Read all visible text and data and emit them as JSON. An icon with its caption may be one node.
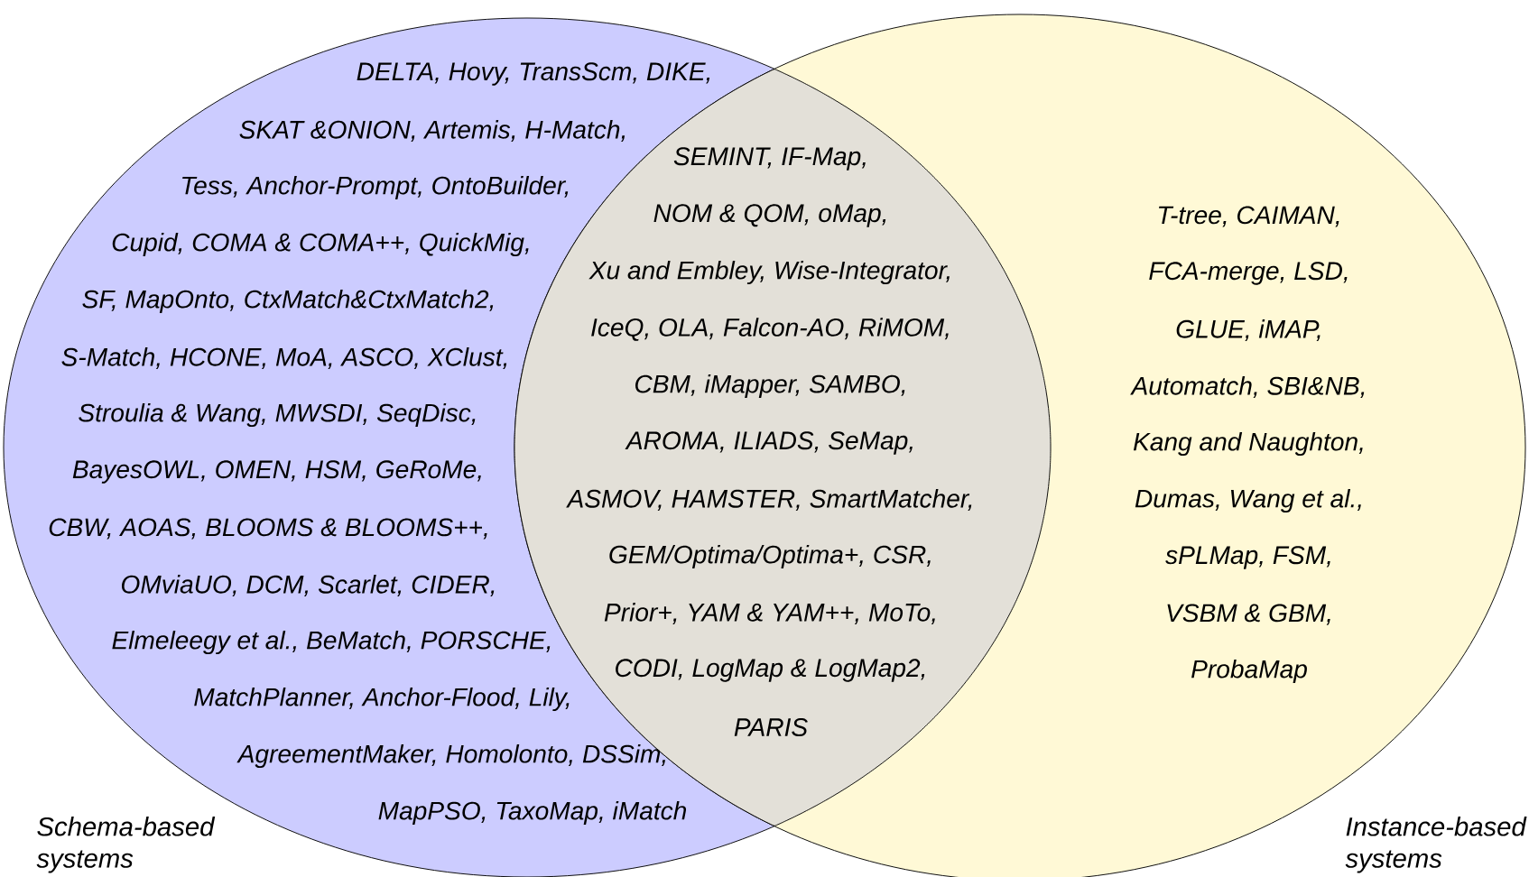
{
  "diagram": {
    "nodes": [
      {
        "text": [
          "Schema-based systems",
          "DELTA, Hovy, TransScm, DIKE,",
          "SKAT &ONION, Artemis, H-Match,",
          "Tess, Anchor-Prompt, OntoBuilder,",
          "Cupid, COMA & COMA++, QuickMig,",
          "SF, MapOnto, CtxMatch&CtxMatch2,",
          "S-Match, HCONE, MoA, ASCO, XClust,",
          "Stroulia & Wang, MWSDI, SeqDisc,",
          "BayesOWL, OMEN, HSM, GeRoMe,",
          "CBW, AOAS, BLOOMS & BLOOMS++,",
          "OMviaUO, DCM, Scarlet, CIDER,",
          "Elmeleegy et al., BeMatch, PORSCHE,",
          "MatchPlanner, Anchor-Flood, Lily,",
          "AgreementMaker, Homolonto, DSSim,",
          "MapPSO, TaxoMap, iMatch"
        ]
      },
      {
        "text": [
          "Instance-based systems",
          "T-tree, CAIMAN,",
          "FCA-merge, LSD,",
          "GLUE, iMAP,",
          "Automatch, SBI&NB,",
          "Kang and Naughton,",
          "Dumas, Wang et al.,",
          "sPLMap, FSM,",
          "VSBM & GBM,",
          "ProbaMap"
        ]
      },
      {
        "text": [
          "SEMINT, IF-Map,",
          "NOM & QOM, oMap,",
          "Xu and Embley, Wise-Integrator,",
          "IceQ, OLA, Falcon-AO, RiMOM,",
          "CBM, iMapper, SAMBO,",
          "AROMA, ILIADS, SeMap,",
          "ASMOV, HAMSTER, SmartMatcher,",
          "GEM/Optima/Optima+, CSR,",
          "Prior+, YAM & YAM++, MoTo,",
          "CODI, LogMap & LogMap2,",
          "PARIS"
        ]
      }
    ]
  }
}
